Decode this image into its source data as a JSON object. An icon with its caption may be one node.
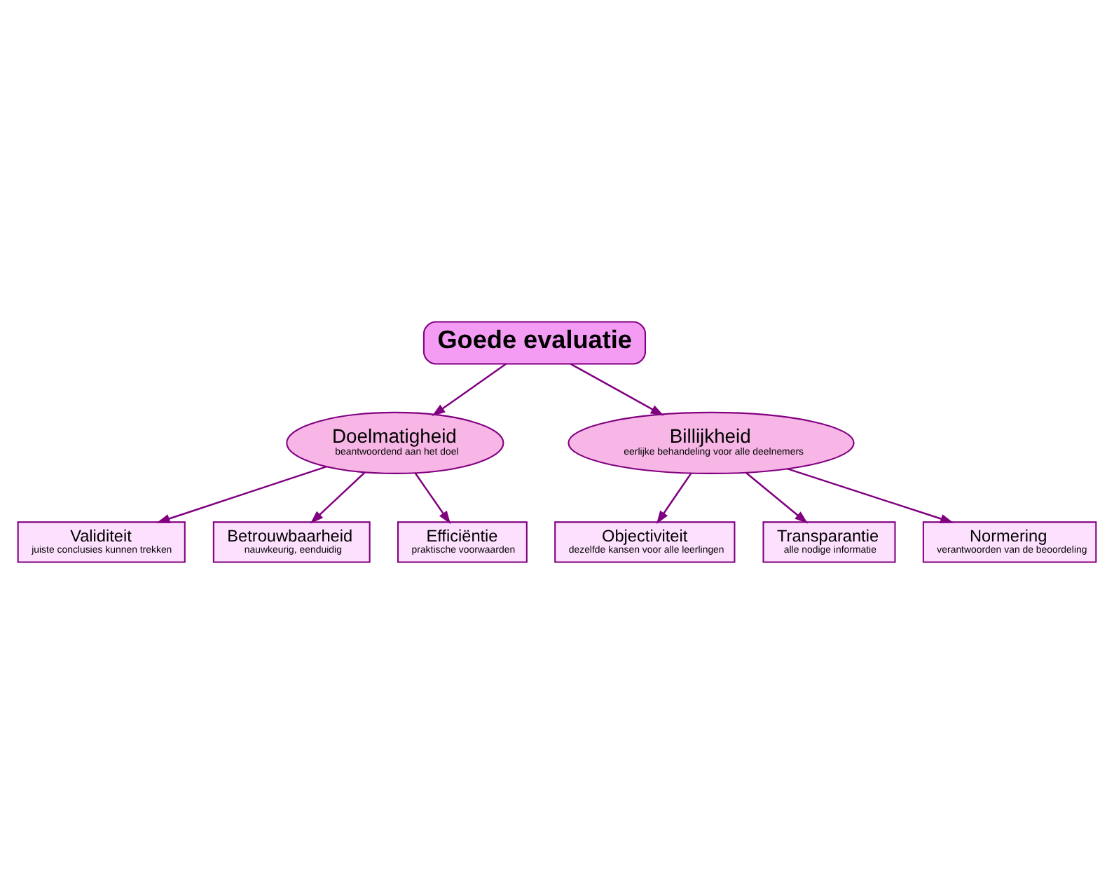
{
  "diagram": {
    "nodes": [
      {
        "text": [
          "Goede evaluatie"
        ]
      },
      {
        "text": [
          "Doelmatigheid",
          "beantwoordend aan het doel"
        ]
      },
      {
        "text": [
          "Billijkheid",
          "eerlijke behandeling voor alle deelnemers"
        ]
      },
      {
        "text": [
          "Validiteit",
          "juiste conclusies kunnen trekken"
        ]
      },
      {
        "text": [
          "Betrouwbaarheid",
          "nauwkeurig, eenduidig"
        ]
      },
      {
        "text": [
          "Efficiëntie",
          "praktische voorwaarden"
        ]
      },
      {
        "text": [
          "Objectiviteit",
          "dezelfde kansen voor alle leerlingen"
        ]
      },
      {
        "text": [
          "Transparantie",
          "alle nodige informatie"
        ]
      },
      {
        "text": [
          "Normering",
          "verantwoorden van de beoordeling"
        ]
      }
    ],
    "edges": [
      {
        "from": 0,
        "to": 1,
        "arrow": "to"
      },
      {
        "from": 0,
        "to": 2,
        "arrow": "to"
      },
      {
        "from": 1,
        "to": 3,
        "arrow": "to"
      },
      {
        "from": 1,
        "to": 4,
        "arrow": "to"
      },
      {
        "from": 1,
        "to": 5,
        "arrow": "to"
      },
      {
        "from": 2,
        "to": 6,
        "arrow": "to"
      },
      {
        "from": 2,
        "to": 7,
        "arrow": "to"
      },
      {
        "from": 2,
        "to": 8,
        "arrow": "to"
      }
    ]
  }
}
